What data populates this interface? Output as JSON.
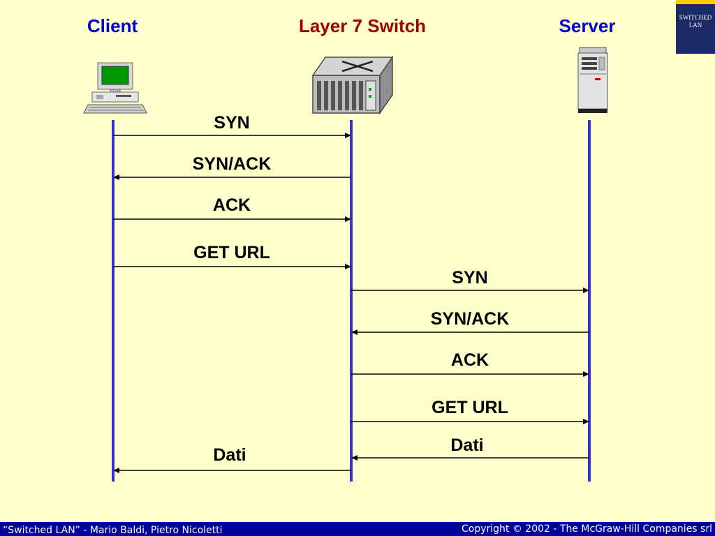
{
  "headers": {
    "client": "Client",
    "switch": "Layer 7 Switch",
    "server": "Server"
  },
  "colors": {
    "client_title": "#0000cc",
    "switch_title": "#990000",
    "server_title": "#0000cc",
    "lifeline": "#3333cc",
    "background": "#ffffcc",
    "footer_bar": "#000099"
  },
  "icons": {
    "client": "desktop-computer-icon",
    "switch": "network-switch-icon",
    "server": "tower-server-icon",
    "book": "book-cover-icon"
  },
  "book_cover": {
    "title_line1": "SWITCHED",
    "title_line2": "LAN"
  },
  "messages": [
    {
      "label": "SYN",
      "from": "client",
      "to": "switch"
    },
    {
      "label": "SYN/ACK",
      "from": "switch",
      "to": "client"
    },
    {
      "label": "ACK",
      "from": "client",
      "to": "switch"
    },
    {
      "label": "GET URL",
      "from": "client",
      "to": "switch"
    },
    {
      "label": "SYN",
      "from": "switch",
      "to": "server"
    },
    {
      "label": "SYN/ACK",
      "from": "server",
      "to": "switch"
    },
    {
      "label": "ACK",
      "from": "switch",
      "to": "server"
    },
    {
      "label": "GET URL",
      "from": "switch",
      "to": "server"
    },
    {
      "label": "Dati",
      "from": "server",
      "to": "switch"
    },
    {
      "label": "Dati",
      "from": "switch",
      "to": "client"
    }
  ],
  "footer": {
    "left": "“Switched LAN” - Mario Baldi, Pietro Nicoletti",
    "right": "Copyright © 2002 - The McGraw-Hill Companies srl"
  }
}
